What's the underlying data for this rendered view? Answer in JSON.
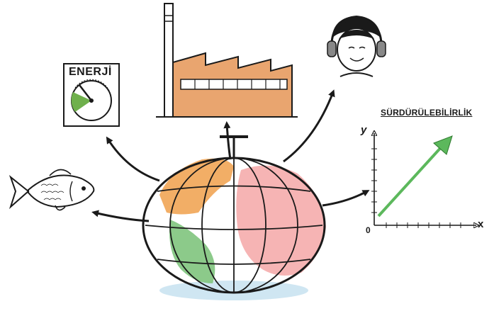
{
  "labels": {
    "energy": "ENERJİ",
    "sustainability": "SÜRDÜRÜLEBİLİRLİK",
    "axis_y": "y",
    "axis_x": "x",
    "origin": "0"
  },
  "icons": [
    "globe-icon",
    "factory-icon",
    "energy-gauge-icon",
    "fish-icon",
    "person-headphones-icon",
    "growth-chart-icon"
  ],
  "colors": {
    "ink": "#1a1a1a",
    "orange": "#f0a04b",
    "pink": "#f4a7a7",
    "green": "#7fc47d",
    "blue": "#cfe6f2",
    "factory": "#e9a56f",
    "gauge_green": "#6fb04c",
    "trend_green": "#5cb85c"
  }
}
